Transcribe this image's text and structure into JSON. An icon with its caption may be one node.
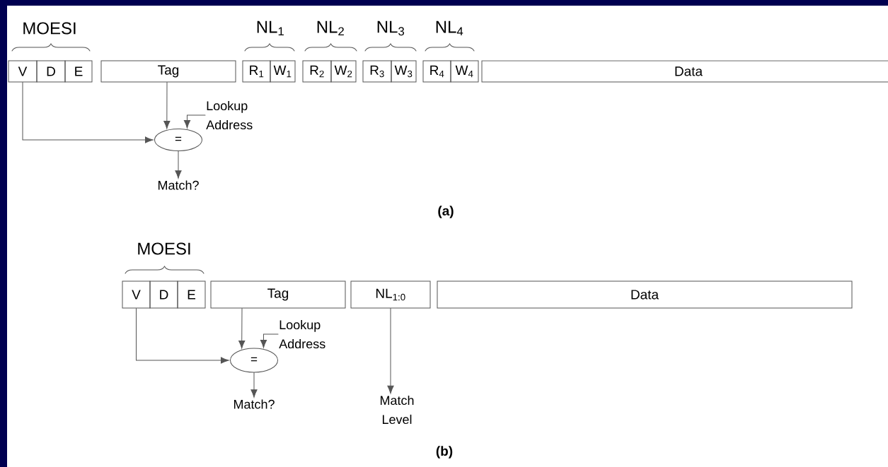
{
  "diagram": {
    "nodes": [
      {
        "text": [
          "V"
        ]
      },
      {
        "text": [
          "D"
        ]
      },
      {
        "text": [
          "E"
        ]
      },
      {
        "text": [
          "Tag"
        ]
      },
      {
        "text": [
          "R$_{1}$"
        ]
      },
      {
        "text": [
          "W$_{1}$"
        ]
      },
      {
        "text": [
          "R$_{2}$"
        ]
      },
      {
        "text": [
          "W$_{2}$"
        ]
      },
      {
        "text": [
          "R$_{3}$"
        ]
      },
      {
        "text": [
          "W$_{3}$"
        ]
      },
      {
        "text": [
          "R$_{4}$"
        ]
      },
      {
        "text": [
          "W$_{4}$"
        ]
      },
      {
        "text": [
          "Data"
        ]
      },
      {
        "text": [
          "="
        ]
      },
      {
        "text": [
          "Lookup Address"
        ]
      },
      {
        "text": [
          "Match?"
        ]
      },
      {
        "text": [
          "V"
        ]
      },
      {
        "text": [
          "D"
        ]
      },
      {
        "text": [
          "E"
        ]
      },
      {
        "text": [
          "Tag"
        ]
      },
      {
        "text": [
          "NL$_{1:0}$"
        ]
      },
      {
        "text": [
          "Data"
        ]
      },
      {
        "text": [
          "="
        ]
      },
      {
        "text": [
          "Lookup Address"
        ]
      },
      {
        "text": [
          "Match?"
        ]
      },
      {
        "text": [
          "Match Level"
        ]
      }
    ],
    "edges": [
      {
        "from": 0,
        "to": 13,
        "arrow": "to"
      },
      {
        "from": 3,
        "to": 13,
        "arrow": "to"
      },
      {
        "from": 14,
        "to": 13,
        "arrow": "to"
      },
      {
        "from": 13,
        "to": 15,
        "arrow": "to"
      },
      {
        "from": 16,
        "to": 22,
        "arrow": "to"
      },
      {
        "from": 19,
        "to": 22,
        "arrow": "to"
      },
      {
        "from": 23,
        "to": 22,
        "arrow": "to"
      },
      {
        "from": 22,
        "to": 24,
        "arrow": "to"
      },
      {
        "from": 20,
        "to": 25,
        "arrow": "to"
      }
    ],
    "labels": [
      "MOESI",
      "NL$_{1}$",
      "NL$_{2}$",
      "NL$_{3}$",
      "NL$_{4}$",
      "(a)",
      "MOESI",
      "(b)"
    ]
  }
}
